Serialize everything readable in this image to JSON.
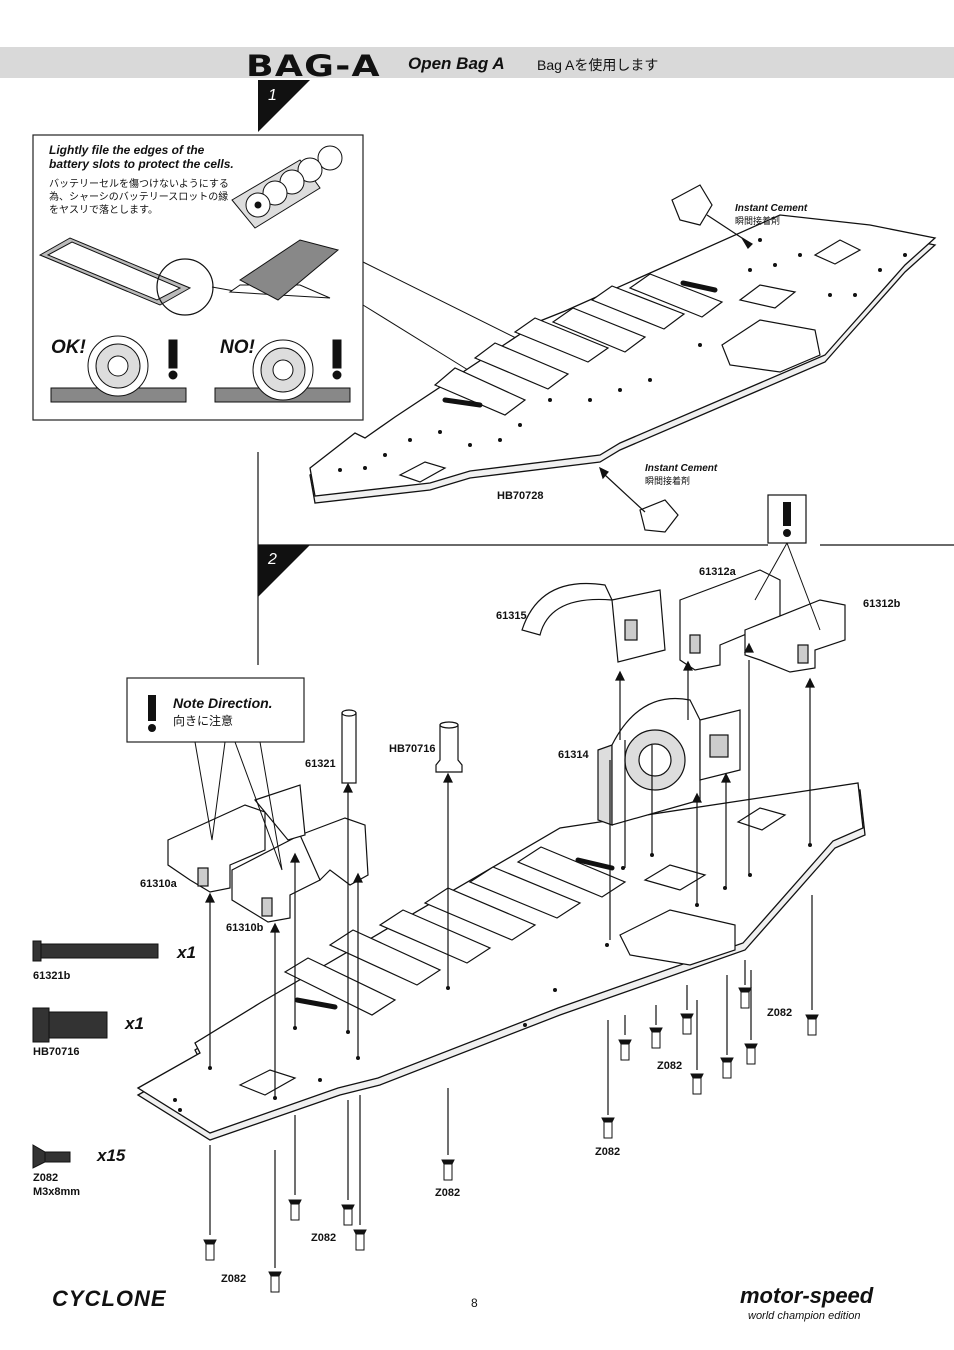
{
  "header": {
    "bag_title": "BAG-A",
    "open_bag": "Open Bag A",
    "bag_jp": "Bag Aを使用します"
  },
  "steps": [
    "1",
    "2"
  ],
  "step1": {
    "inset_en_line1": "Lightly file the edges of the",
    "inset_en_line2": "battery slots to protect the cells.",
    "inset_jp_line1": "バッテリーセルを傷つけないようにする",
    "inset_jp_line2": "為、シャーシのバッテリースロットの縁",
    "inset_jp_line3": "をヤスリで落とします。",
    "ok": "OK!",
    "no": "NO!",
    "cement_en": "Instant Cement",
    "cement_jp": "瞬間接着剤",
    "chassis_part": "HB70728"
  },
  "step2": {
    "note_en": "Note Direction.",
    "note_jp": "向きに注意",
    "parts": {
      "p61315": "61315",
      "p61312a": "61312a",
      "p61312b": "61312b",
      "p61314": "61314",
      "p61321": "61321",
      "phb70716": "HB70716",
      "p61310a": "61310a",
      "p61310b": "61310b"
    },
    "screw": "Z082"
  },
  "bag_contents": [
    {
      "part": "61321b",
      "qty": "x1"
    },
    {
      "part": "HB70716",
      "qty": "x1"
    },
    {
      "part": "Z082",
      "size": "M3x8mm",
      "qty": "x15"
    }
  ],
  "footer": {
    "page": "8",
    "logo_left": "CYCLONE",
    "logo_right": "motor-speed",
    "logo_right_sub": "world champion edition"
  }
}
